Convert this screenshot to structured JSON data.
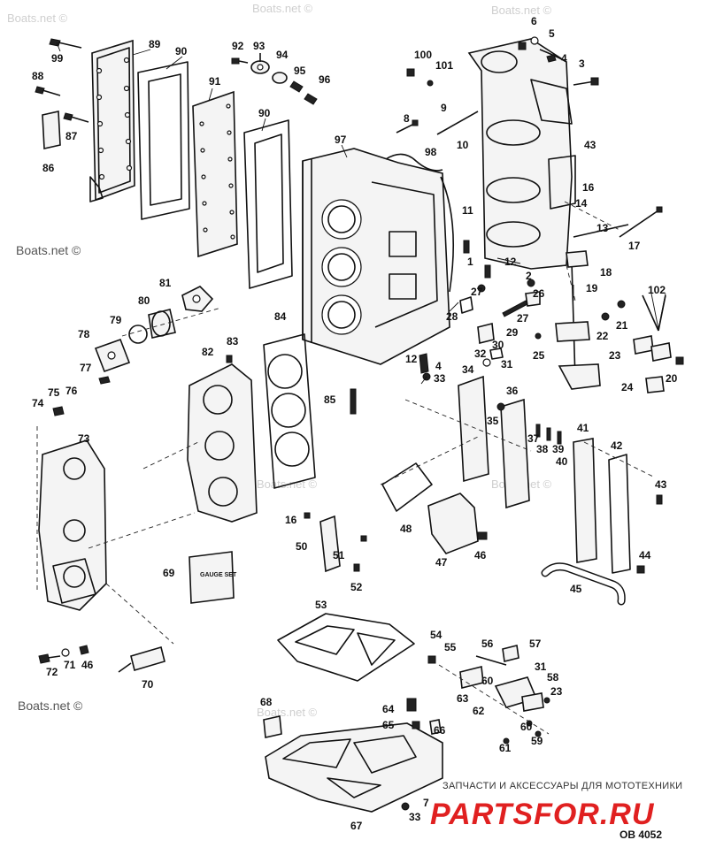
{
  "watermarks": [
    "Boats.net ©",
    "Boats.net ©",
    "Boats.net ©",
    "Boats.net ©",
    "Boats.net ©",
    "Boats.net ©",
    "Boats.net ©",
    "Boats.net ©"
  ],
  "brand": {
    "tagline": "ЗАПЧАСТИ И АКСЕССУАРЫ ДЛЯ МОТОТЕХНИКИ",
    "logo_text": "PARTSFOR.RU",
    "logo_color": "#e02020"
  },
  "diagram_code": "OB 4052",
  "gauge_label": "GAUGE SET",
  "callouts": [
    "99",
    "89",
    "90",
    "92",
    "93",
    "94",
    "6",
    "5",
    "4",
    "3",
    "100",
    "101",
    "88",
    "87",
    "86",
    "91",
    "95",
    "96",
    "90",
    "8",
    "9",
    "43",
    "10",
    "98",
    "97",
    "16",
    "11",
    "14",
    "13",
    "17",
    "12",
    "18",
    "2",
    "19",
    "102",
    "81",
    "80",
    "79",
    "78",
    "77",
    "75",
    "76",
    "74",
    "84",
    "83",
    "82",
    "85",
    "12",
    "4",
    "33",
    "34",
    "31",
    "32",
    "30",
    "29",
    "28",
    "27",
    "27",
    "26",
    "25",
    "22",
    "21",
    "23",
    "20",
    "24",
    "36",
    "35",
    "37",
    "38",
    "39",
    "40",
    "41",
    "42",
    "43",
    "44",
    "45",
    "73",
    "16",
    "50",
    "51",
    "52",
    "48",
    "47",
    "46",
    "69",
    "53",
    "72",
    "71",
    "46",
    "70",
    "54",
    "55",
    "56",
    "57",
    "31",
    "58",
    "23",
    "60",
    "63",
    "62",
    "68",
    "64",
    "65",
    "66",
    "60",
    "59",
    "61",
    "7",
    "33",
    "67",
    "1"
  ]
}
